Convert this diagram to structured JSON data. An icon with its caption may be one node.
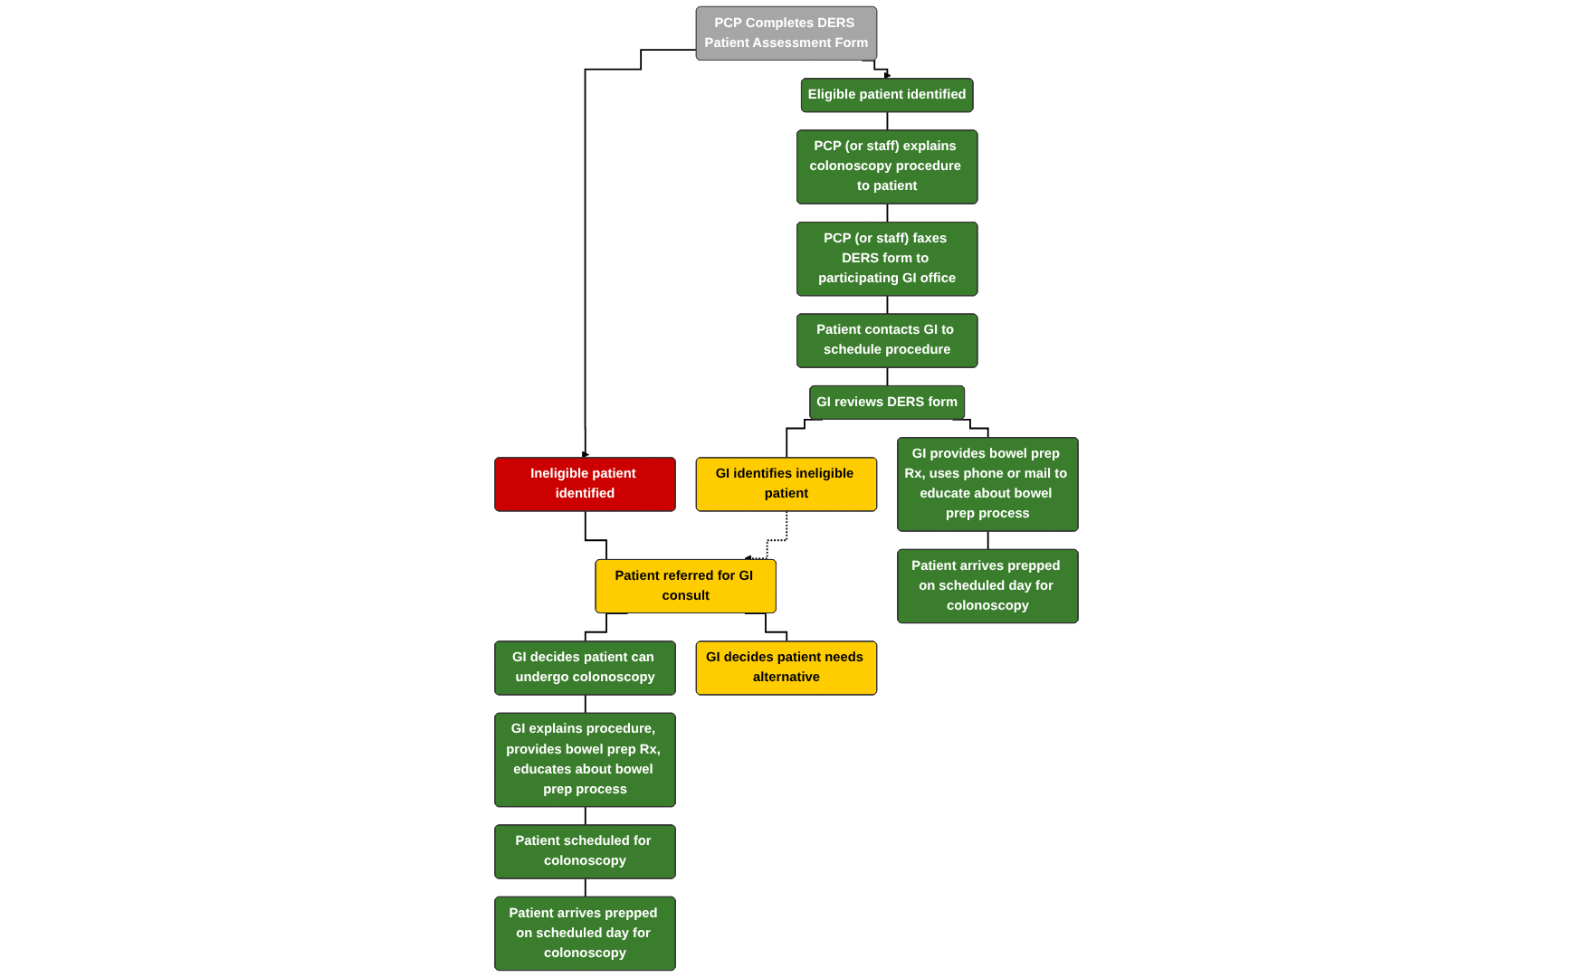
{
  "diagram": {
    "nodes": [
      {
        "text": [
          "PCP Completes DERS Patient Assessment Form"
        ]
      },
      {
        "text": [
          "Ineligible patient identified"
        ]
      },
      {
        "text": [
          "Eligible patient identified"
        ]
      },
      {
        "text": [
          "Patient referred for GI consult"
        ]
      },
      {
        "text": [
          "GI decides patient can undergo colonoscopy"
        ]
      },
      {
        "text": [
          "GI decides patient needs alternative"
        ]
      },
      {
        "text": [
          "GI explains procedure, provides bowel prep Rx, educates about bowel prep process"
        ]
      },
      {
        "text": [
          "Patient scheduled for colonoscopy"
        ]
      },
      {
        "text": [
          "Patient arrives prepped on scheduled day for colonoscopy"
        ]
      },
      {
        "text": [
          "PCP (or staff) explains colonoscopy procedure to patient"
        ]
      },
      {
        "text": [
          "PCP (or staff) faxes DERS form to participating GI office"
        ]
      },
      {
        "text": [
          "Patient contacts GI to schedule procedure"
        ]
      },
      {
        "text": [
          "GI reviews DERS form"
        ]
      },
      {
        "text": [
          "GI identifies ineligible patient"
        ]
      },
      {
        "text": [
          "GI provides bowel prep Rx, uses phone or mail to educate about bowel prep process"
        ]
      },
      {
        "text": [
          "Patient arrives prepped on scheduled day for colonoscopy"
        ]
      }
    ],
    "edges": [
      {
        "from": 0,
        "to": 1,
        "arrow": "to"
      },
      {
        "from": 0,
        "to": 2,
        "arrow": "to"
      },
      {
        "from": 1,
        "to": 3,
        "arrow": "none"
      },
      {
        "from": 3,
        "to": 4,
        "arrow": "none"
      },
      {
        "from": 3,
        "to": 5,
        "arrow": "none"
      },
      {
        "from": 4,
        "to": 6,
        "arrow": "none"
      },
      {
        "from": 6,
        "to": 7,
        "arrow": "none"
      },
      {
        "from": 7,
        "to": 8,
        "arrow": "none"
      },
      {
        "from": 2,
        "to": 9,
        "arrow": "none"
      },
      {
        "from": 9,
        "to": 10,
        "arrow": "none"
      },
      {
        "from": 10,
        "to": 11,
        "arrow": "none"
      },
      {
        "from": 11,
        "to": 12,
        "arrow": "none"
      },
      {
        "from": 12,
        "to": 13,
        "arrow": "none"
      },
      {
        "from": 12,
        "to": 14,
        "arrow": "none"
      },
      {
        "from": 14,
        "to": 15,
        "arrow": "none"
      },
      {
        "from": 13,
        "to": 3,
        "arrow": "to",
        "style": "dashed"
      }
    ]
  }
}
